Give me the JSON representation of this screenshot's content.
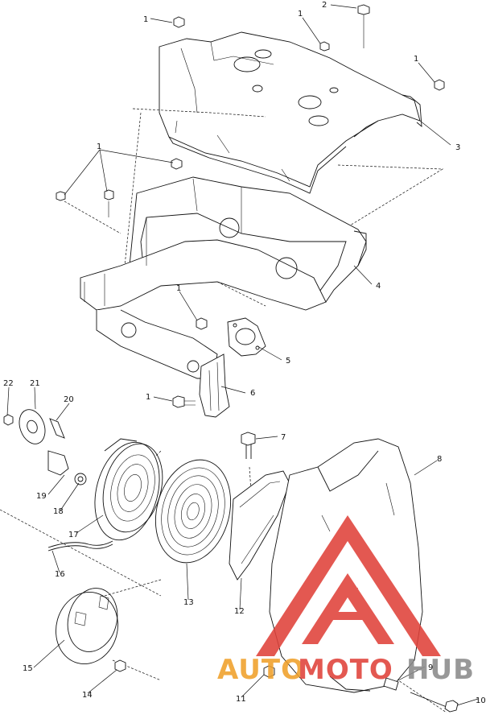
{
  "diagram": {
    "callouts": [
      {
        "id": "c1a",
        "text": "1"
      },
      {
        "id": "c1b",
        "text": "1"
      },
      {
        "id": "c2",
        "text": "2"
      },
      {
        "id": "c1c",
        "text": "1"
      },
      {
        "id": "c3",
        "text": "3"
      },
      {
        "id": "c1d",
        "text": "1"
      },
      {
        "id": "c4",
        "text": "4"
      },
      {
        "id": "c1e",
        "text": "1"
      },
      {
        "id": "c5",
        "text": "5"
      },
      {
        "id": "c1f",
        "text": "1"
      },
      {
        "id": "c6",
        "text": "6"
      },
      {
        "id": "c22",
        "text": "22"
      },
      {
        "id": "c21",
        "text": "21"
      },
      {
        "id": "c20",
        "text": "20"
      },
      {
        "id": "c7",
        "text": "7"
      },
      {
        "id": "c8",
        "text": "8"
      },
      {
        "id": "c19",
        "text": "19"
      },
      {
        "id": "c18",
        "text": "18"
      },
      {
        "id": "c17",
        "text": "17"
      },
      {
        "id": "c16",
        "text": "16"
      },
      {
        "id": "c13",
        "text": "13"
      },
      {
        "id": "c12",
        "text": "12"
      },
      {
        "id": "c15",
        "text": "15"
      },
      {
        "id": "c14",
        "text": "14"
      },
      {
        "id": "c11",
        "text": "11"
      },
      {
        "id": "c9",
        "text": "9"
      },
      {
        "id": "c10",
        "text": "10"
      }
    ]
  },
  "watermark": {
    "part1": "AUTO",
    "part2": "MOTO",
    "part3": "HUB",
    "colors": {
      "red": "#e0413a",
      "orange": "#f0a02a",
      "gray": "#8a8a8a"
    }
  }
}
